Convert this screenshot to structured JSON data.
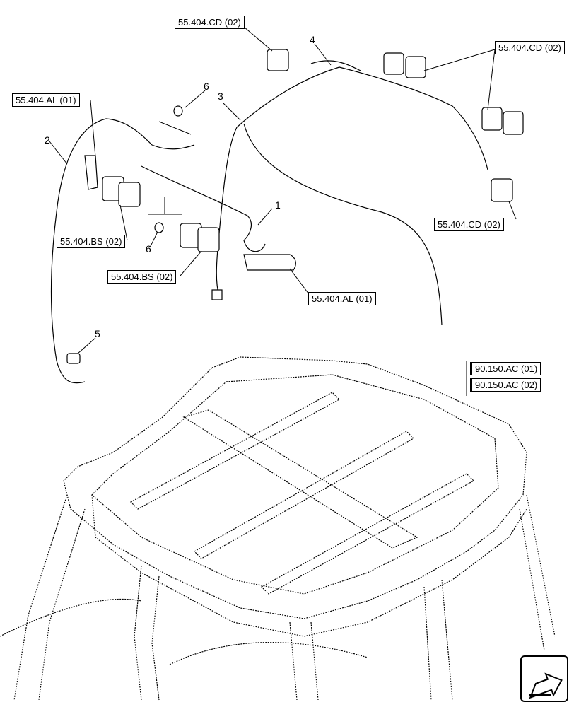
{
  "references": {
    "cd_top": "55.404.CD (02)",
    "cd_right_top": "55.404.CD (02)",
    "cd_right_bottom": "55.404.CD (02)",
    "al_left": "55.404.AL (01)",
    "al_bottom": "55.404.AL (01)",
    "bs_left": "55.404.BS (02)",
    "bs_bottom": "55.404.BS (02)",
    "ac_01": "90.150.AC (01)",
    "ac_02": "90.150.AC (02)"
  },
  "callouts": {
    "c1": "1",
    "c2": "2",
    "c3": "3",
    "c4": "4",
    "c5": "5",
    "c6_top": "6",
    "c6_bottom": "6"
  },
  "icons": {
    "nav": "next-page-arrow-icon"
  }
}
